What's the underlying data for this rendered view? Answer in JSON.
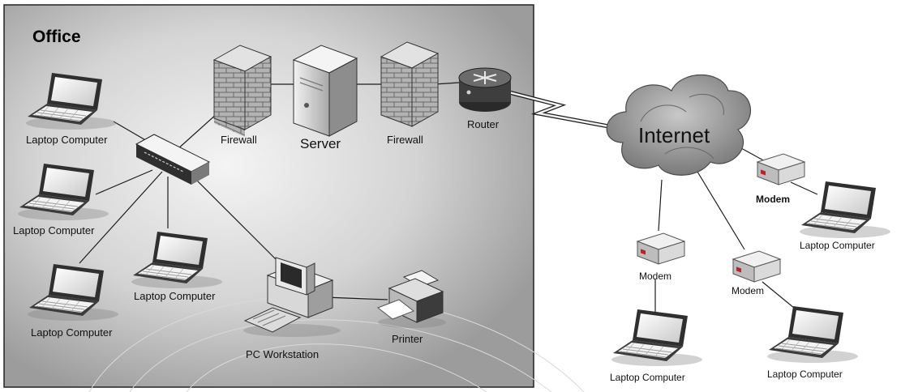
{
  "office": {
    "title": "Office"
  },
  "nodes": {
    "laptop_1": "Laptop Computer",
    "laptop_2": "Laptop Computer",
    "laptop_3": "Laptop Computer",
    "laptop_4": "Laptop Computer",
    "firewall_1": "Firewall",
    "server": "Server",
    "firewall_2": "Firewall",
    "router": "Router",
    "pc_workstation": "PC Workstation",
    "printer": "Printer",
    "internet": "Internet",
    "modem_1": "Modem",
    "modem_2": "Modem",
    "modem_3": "Modem",
    "laptop_5": "Laptop Computer",
    "laptop_6": "Laptop Computer",
    "laptop_7": "Laptop Computer"
  },
  "colors": {
    "office_background": "#b8b8b8",
    "device_body": "#e6e6e6",
    "device_dark": "#3a3a3a",
    "firewall_brick": "#a9a9a9",
    "router_body": "#555555",
    "modem_led": "#c0202a",
    "cloud": "#9a9a9a"
  }
}
